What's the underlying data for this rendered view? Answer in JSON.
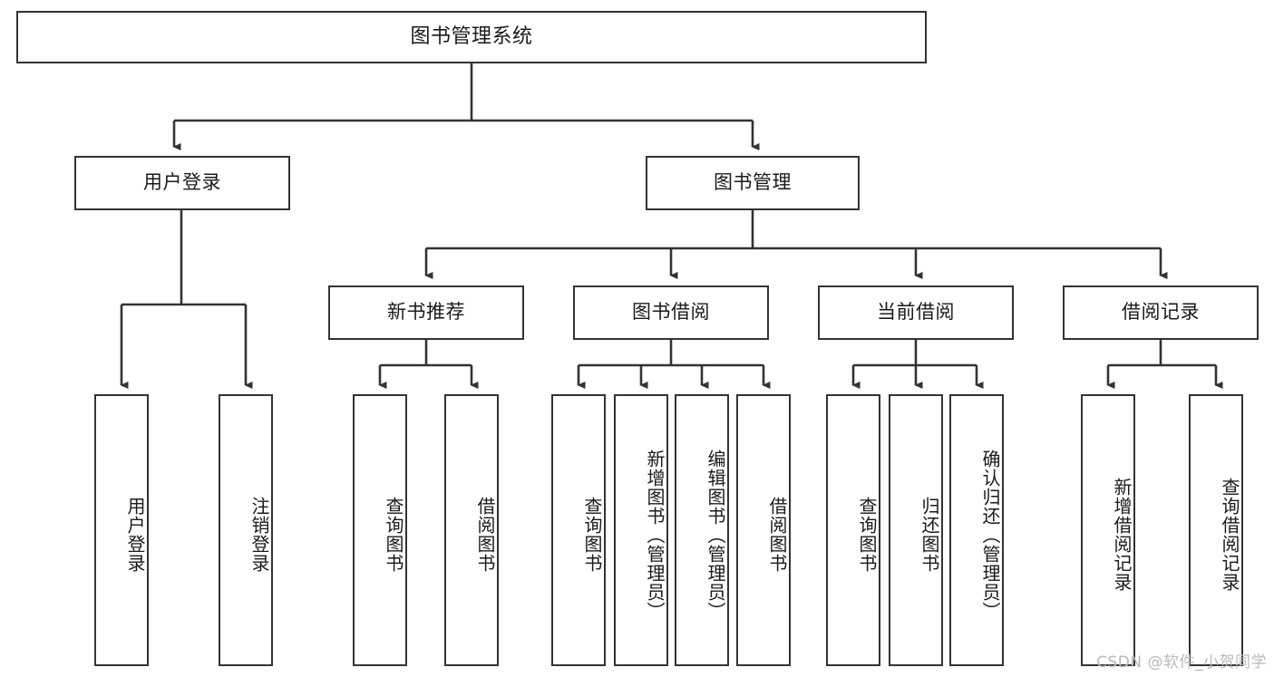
{
  "diagram": {
    "title": "图书管理系统",
    "type": "tree",
    "orientation": "top-down",
    "colors": {
      "box_border": "#333333",
      "box_fill": "#ffffff",
      "connector": "#333333",
      "text": "#1a1a1a",
      "watermark": "#b9b9b9"
    },
    "root": {
      "label": "图书管理系统"
    },
    "level2": [
      {
        "label": "用户登录"
      },
      {
        "label": "图书管理"
      }
    ],
    "level3": [
      {
        "label": "新书推荐"
      },
      {
        "label": "图书借阅"
      },
      {
        "label": "当前借阅"
      },
      {
        "label": "借阅记录"
      }
    ],
    "leaves": {
      "user_login": [
        {
          "label": "用户登录"
        },
        {
          "label": "注销登录"
        }
      ],
      "new_book": [
        {
          "label": "查询图书"
        },
        {
          "label": "借阅图书"
        }
      ],
      "book_borrow": [
        {
          "label": "查询图书"
        },
        {
          "label": "新增图书（管理员）"
        },
        {
          "label": "编辑图书（管理员）"
        },
        {
          "label": "借阅图书"
        }
      ],
      "current_borrow": [
        {
          "label": "查询图书"
        },
        {
          "label": "归还图书"
        },
        {
          "label": "确认归还（管理员）"
        }
      ],
      "borrow_record": [
        {
          "label": "新增借阅记录"
        },
        {
          "label": "查询借阅记录"
        }
      ]
    }
  },
  "watermark": {
    "text": "CSDN @软件_小贺同学"
  }
}
